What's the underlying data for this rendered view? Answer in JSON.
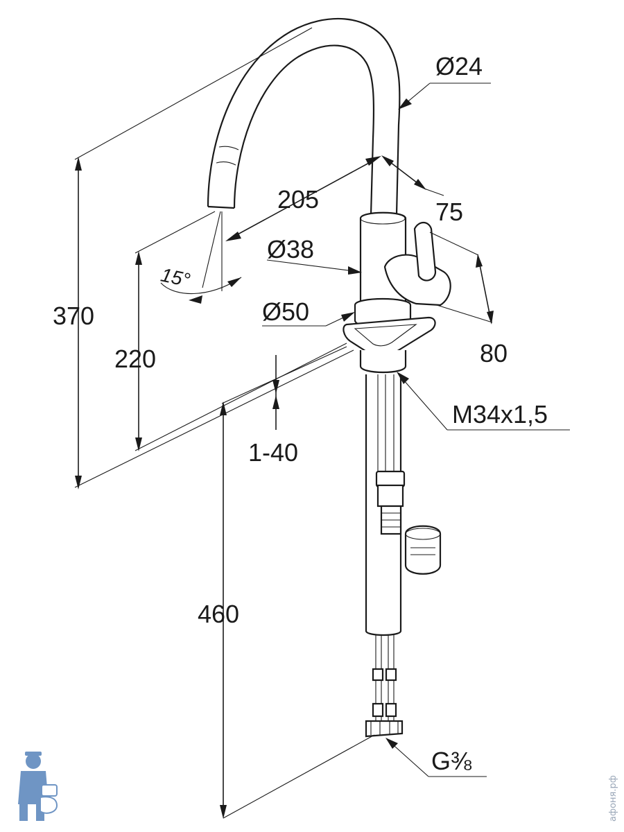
{
  "dimensions": {
    "spout_diameter": "Ø24",
    "reach": "205",
    "handle_offset": "75",
    "body_diameter": "Ø38",
    "base_diameter": "Ø50",
    "angle": "15°",
    "total_height": "370",
    "spout_height": "220",
    "handle_height": "80",
    "countertop_thickness": "1-40",
    "thread": "M34x1,5",
    "hose_length": "460",
    "connection": "G⅜"
  },
  "watermark": {
    "text": "афоня.рф"
  },
  "colors": {
    "line": "#1a1a1a",
    "watermark": "#9aa7b8",
    "logo": "#6f95c4"
  },
  "icons": {
    "logo": "plumber-mascot-icon"
  }
}
